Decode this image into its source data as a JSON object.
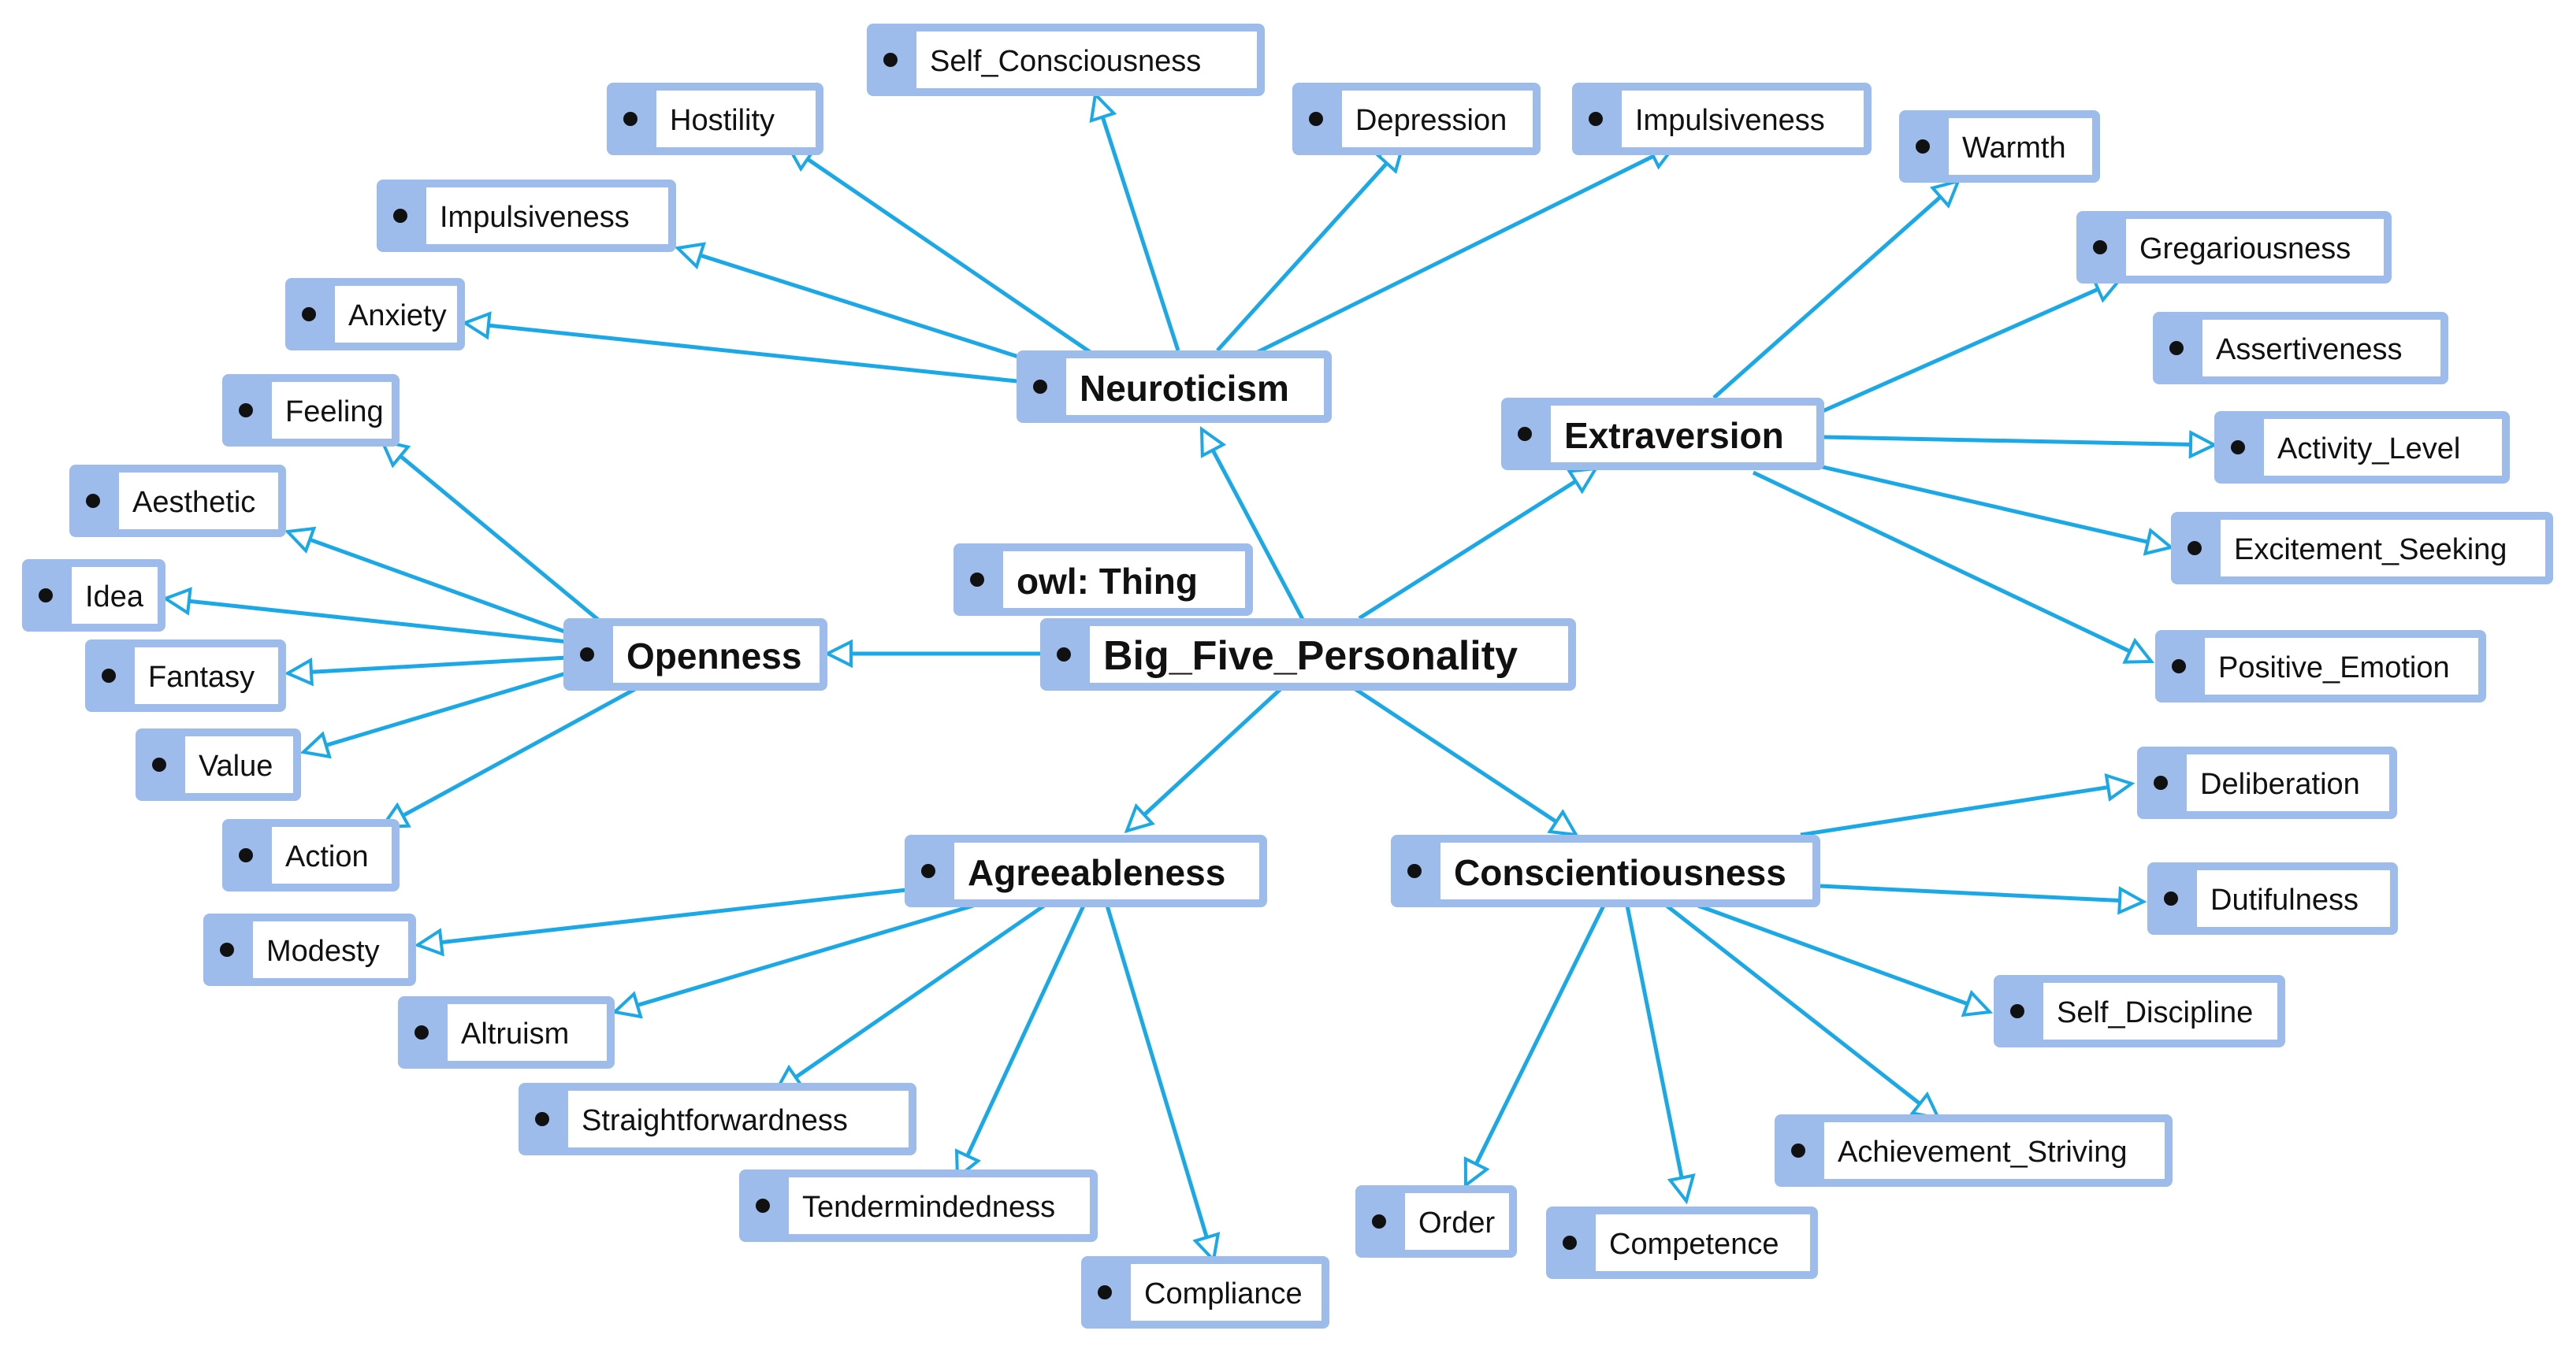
{
  "nodes": {
    "big_five": "Big_Five_Personality",
    "owl_thing": "owl: Thing",
    "neuroticism": "Neuroticism",
    "extraversion": "Extraversion",
    "openness": "Openness",
    "agreeableness": "Agreeableness",
    "conscientiousness": "Conscientiousness",
    "self_consciousness": "Self_Consciousness",
    "hostility": "Hostility",
    "depression": "Depression",
    "impulsiveness_n": "Impulsiveness",
    "impulsiveness_2": "Impulsiveness",
    "anxiety": "Anxiety",
    "warmth": "Warmth",
    "gregariousness": "Gregariousness",
    "assertiveness": "Assertiveness",
    "activity_level": "Activity_Level",
    "excitement_seeking": "Excitement_Seeking",
    "positive_emotion": "Positive_Emotion",
    "feeling": "Feeling",
    "aesthetic": "Aesthetic",
    "idea": "Idea",
    "fantasy": "Fantasy",
    "value": "Value",
    "action": "Action",
    "modesty": "Modesty",
    "altruism": "Altruism",
    "straightforwardness": "Straightforwardness",
    "tendermindedness": "Tendermindedness",
    "compliance": "Compliance",
    "deliberation": "Deliberation",
    "dutifulness": "Dutifulness",
    "self_discipline": "Self_Discipline",
    "achievement_striving": "Achievement_Striving",
    "order": "Order",
    "competence": "Competence"
  },
  "colors": {
    "edge": "#1aa8e6",
    "node_border": "#9dbcec",
    "node_fill": "#ffffff",
    "text": "#111111"
  }
}
